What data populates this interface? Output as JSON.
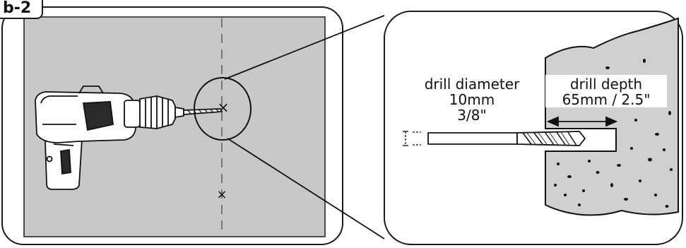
{
  "step_label": "b-2",
  "diameter": {
    "title": "drill diameter",
    "metric": "10mm",
    "imperial": "3/8\""
  },
  "depth": {
    "title": "drill depth",
    "value": "65mm / 2.5\""
  },
  "marks": {
    "upper_mark": "×",
    "lower_mark": "×"
  },
  "colors": {
    "wall": "#c8c8c8",
    "concrete": "#d0d0d0",
    "outline": "#1a1a1a",
    "panel": "#ffffff"
  }
}
